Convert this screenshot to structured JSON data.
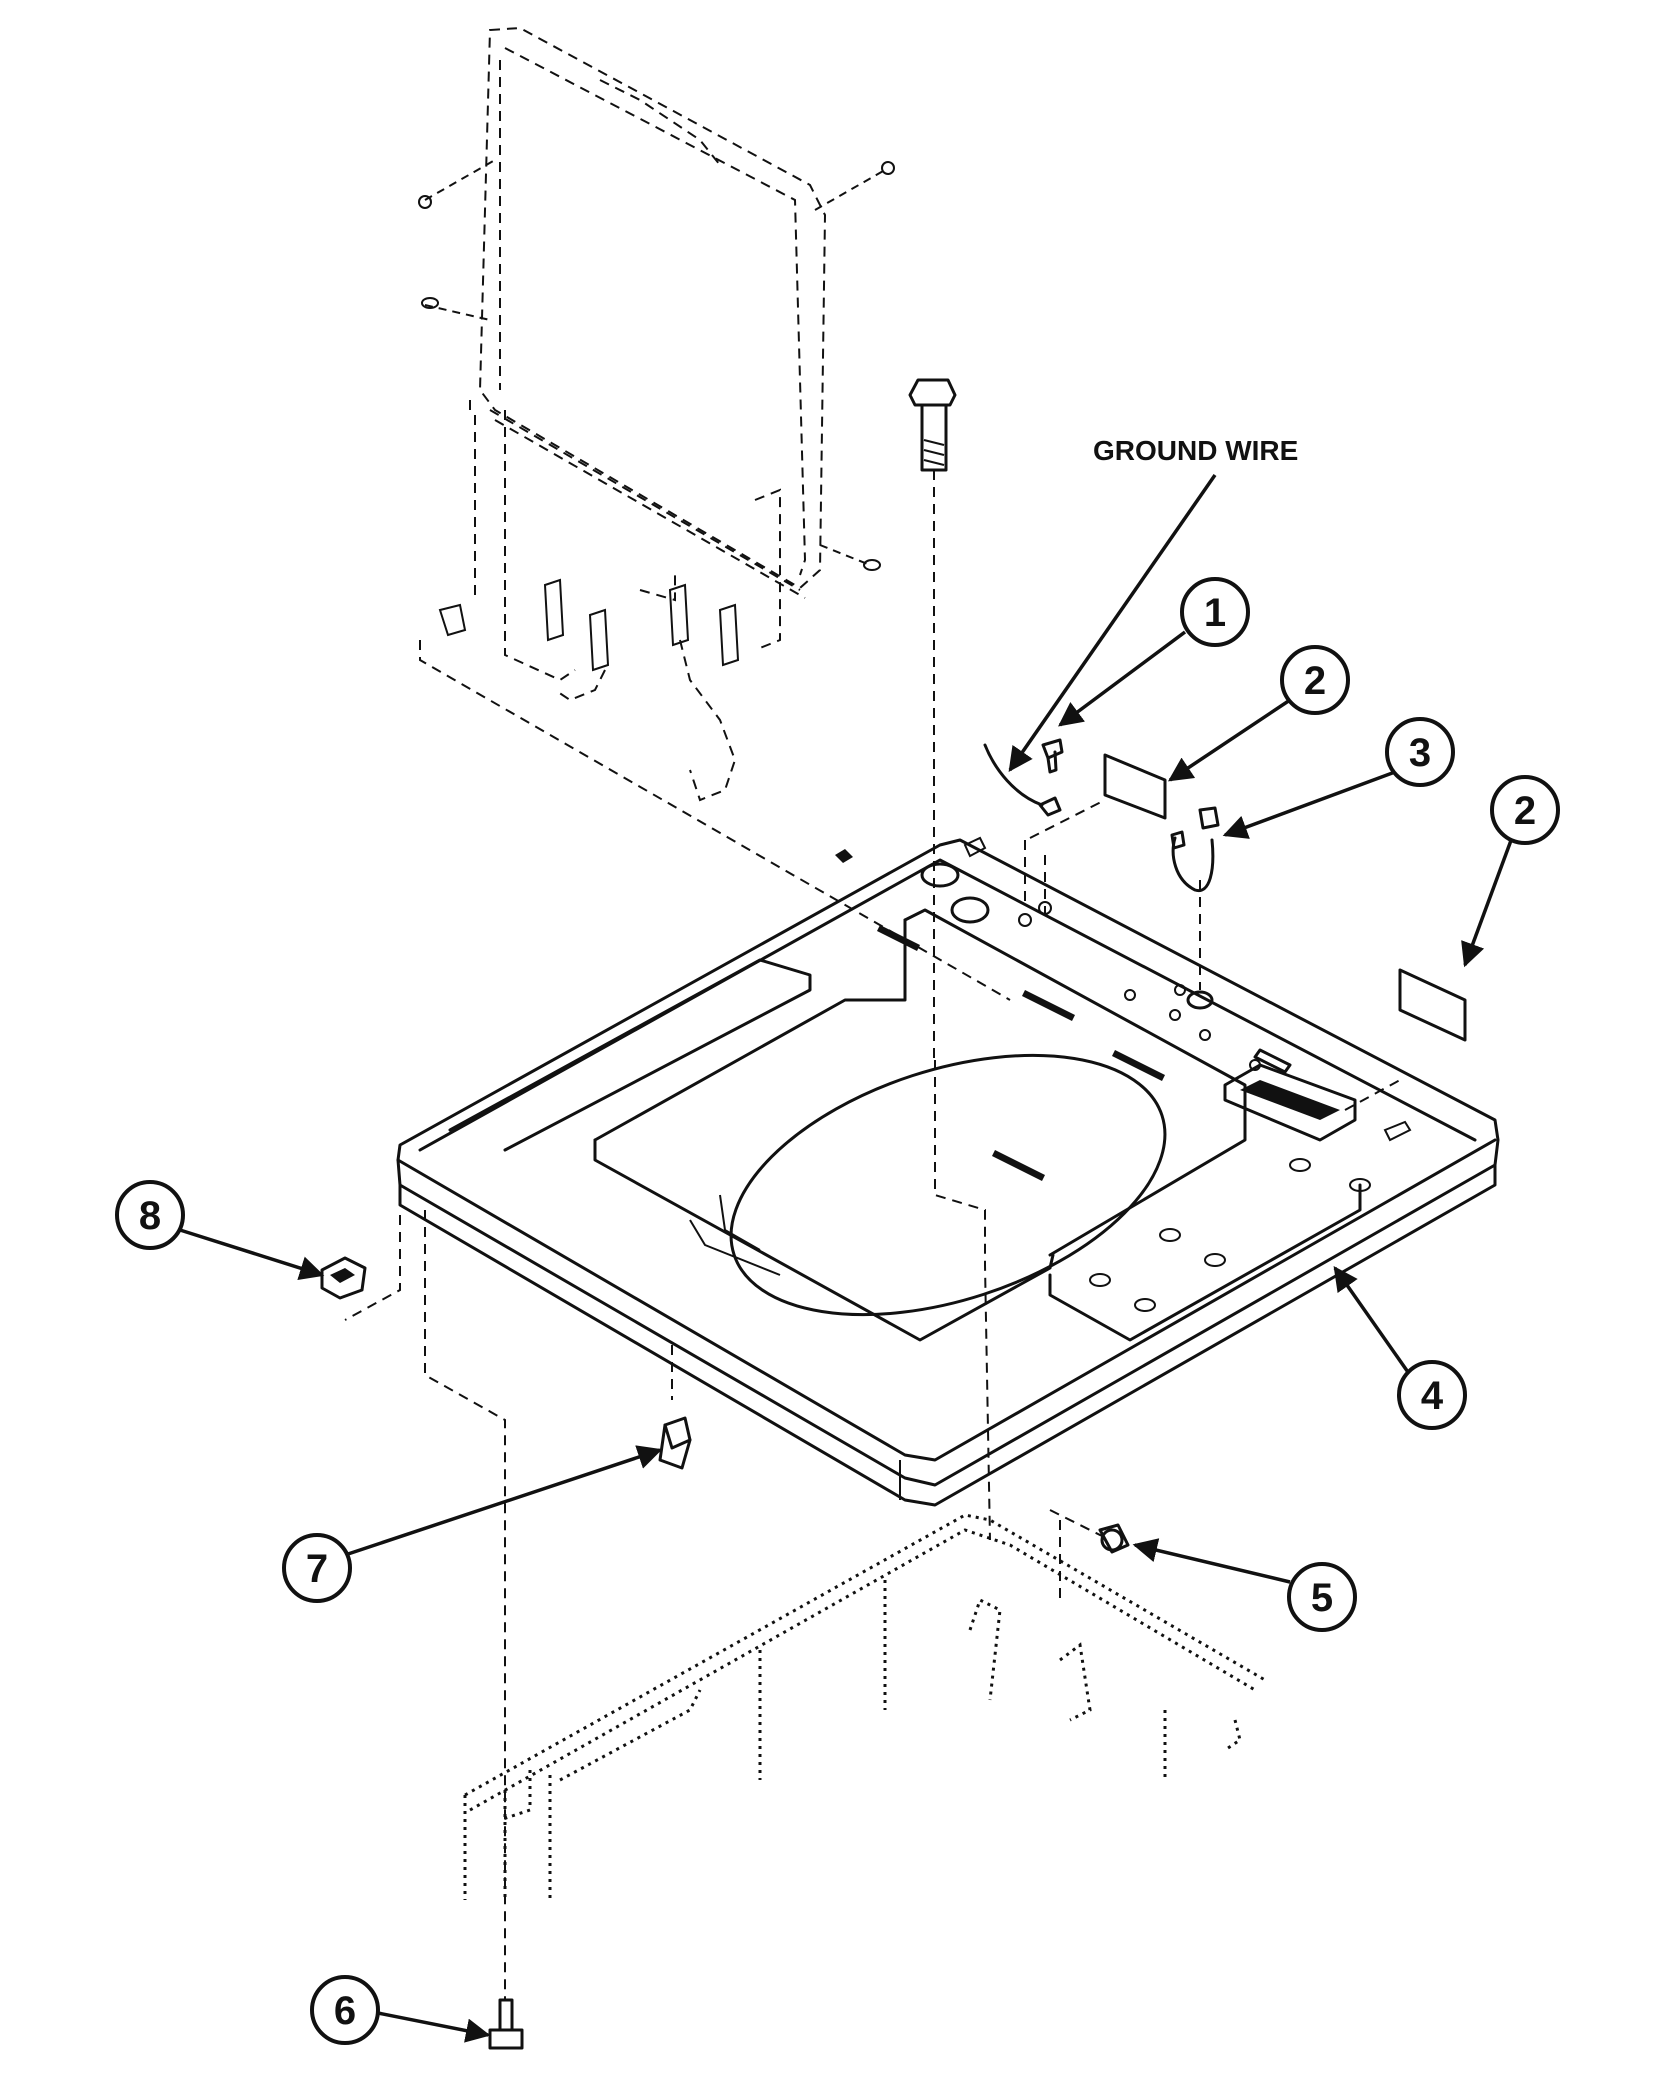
{
  "labels": {
    "ground_wire": "GROUND WIRE"
  },
  "callouts": {
    "c1": "1",
    "c2a": "2",
    "c3": "3",
    "c2b": "2",
    "c4": "4",
    "c5": "5",
    "c6": "6",
    "c7": "7",
    "c8": "8"
  }
}
